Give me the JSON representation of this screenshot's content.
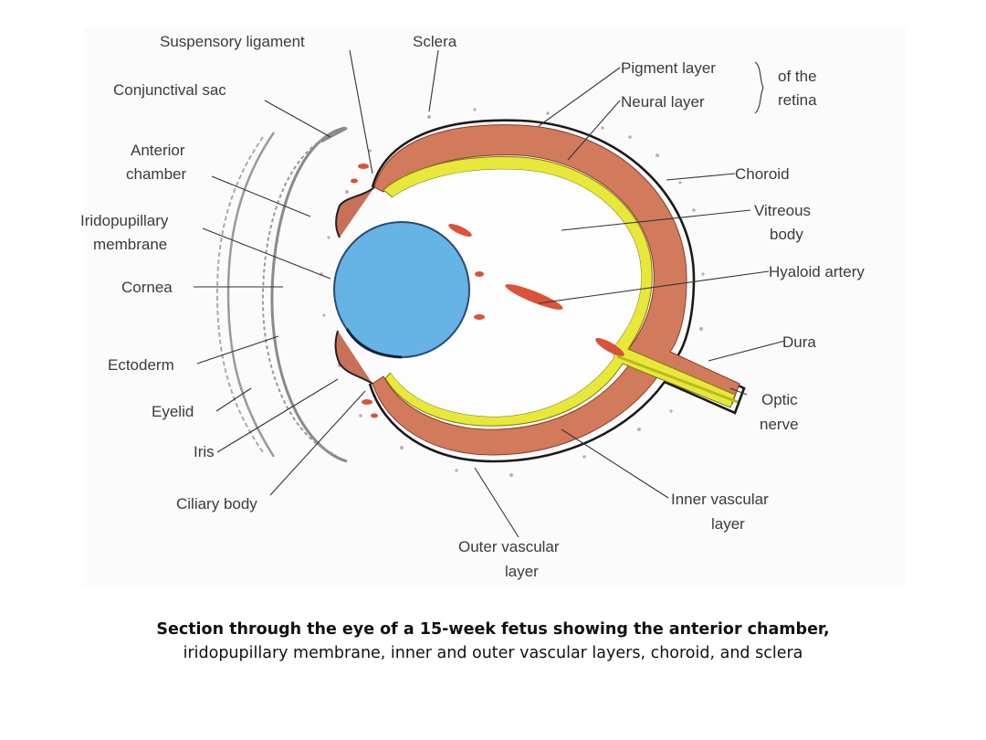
{
  "figure": {
    "labels": {
      "suspensory_ligament": "Suspensory ligament",
      "sclera": "Sclera",
      "conjunctival_sac": "Conjunctival sac",
      "pigment_layer": "Pigment layer",
      "neural_layer": "Neural layer",
      "of_the": "of the",
      "retina": "retina",
      "anterior": "Anterior",
      "chamber": "chamber",
      "choroid": "Choroid",
      "vitreous": "Vitreous",
      "body": "body",
      "iridopupillary": "Iridopupillary",
      "membrane": "membrane",
      "hyaloid_artery": "Hyaloid artery",
      "cornea": "Cornea",
      "dura": "Dura",
      "ectoderm": "Ectoderm",
      "optic": "Optic",
      "nerve": "nerve",
      "eyelid": "Eyelid",
      "iris": "Iris",
      "ciliary_body": "Ciliary body",
      "inner_vascular": "Inner vascular",
      "inner_layer": "layer",
      "outer_vascular": "Outer vascular",
      "outer_layer": "layer"
    },
    "colors": {
      "lens": "#66b3e6",
      "choroid_band": "#d27a5c",
      "neural_band": "#e8e83a",
      "vessels": "#d9533a"
    }
  },
  "caption": {
    "line1": "Section through the eye of a 15-week fetus showing the anterior chamber,",
    "line2": "iridopupillary membrane, inner and outer vascular layers, choroid, and sclera"
  }
}
